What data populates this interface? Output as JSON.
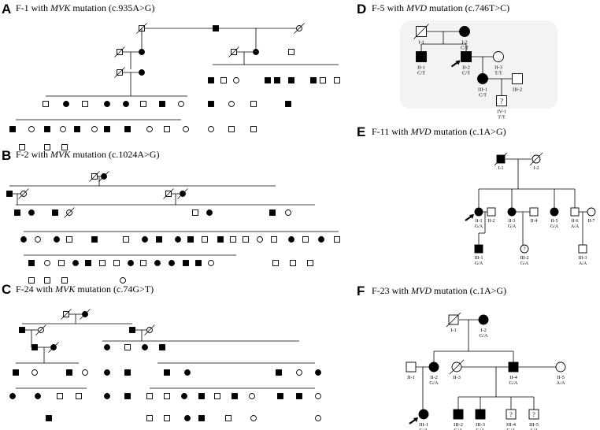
{
  "panels": [
    {
      "letter": "A",
      "pre": "F-1 with ",
      "gene": "MVK",
      "post": " mutation (c.935A>G)"
    },
    {
      "letter": "B",
      "pre": "F-2 with ",
      "gene": "MVK",
      "post": " mutation (c.1024A>G)"
    },
    {
      "letter": "C",
      "pre": "F-24 with ",
      "gene": "MVK",
      "post": " mutation (c.74G>T)"
    },
    {
      "letter": "D",
      "pre": "F-5 with ",
      "gene": "MVD",
      "post": " mutation (c.746T>C)"
    },
    {
      "letter": "E",
      "pre": "F-11 with ",
      "gene": "MVD",
      "post": " mutation (c.1A>G)"
    },
    {
      "letter": "F",
      "pre": "F-23 with ",
      "gene": "MVD",
      "post": " mutation (c.1A>G)"
    }
  ],
  "pedD": {
    "members": [
      {
        "id": "I-1",
        "geno": "",
        "sex": "m",
        "aff": false,
        "dec": true
      },
      {
        "id": "I-2",
        "geno": "C/T",
        "sex": "f",
        "aff": true,
        "dec": false
      },
      {
        "id": "II-1",
        "geno": "C/T",
        "sex": "m",
        "aff": true,
        "dec": false
      },
      {
        "id": "II-2",
        "geno": "C/T",
        "sex": "m",
        "aff": true,
        "dec": false,
        "proband": true
      },
      {
        "id": "II-3",
        "geno": "T/T",
        "sex": "f",
        "aff": false,
        "dec": false
      },
      {
        "id": "III-1",
        "geno": "C/T",
        "sex": "f",
        "aff": true,
        "dec": false
      },
      {
        "id": "III-2",
        "geno": "",
        "sex": "m",
        "aff": false,
        "dec": false
      },
      {
        "id": "IV-1",
        "geno": "T/T",
        "sex": "u",
        "aff": false,
        "dec": false,
        "mark": "?"
      }
    ]
  },
  "pedE": {
    "members": [
      {
        "id": "I-1",
        "geno": "",
        "sex": "m",
        "aff": true,
        "dec": true
      },
      {
        "id": "I-2",
        "geno": "",
        "sex": "f",
        "aff": false,
        "dec": true
      },
      {
        "id": "II-1",
        "geno": "G/A",
        "sex": "f",
        "aff": true,
        "dec": false,
        "proband": true
      },
      {
        "id": "II-2",
        "geno": "",
        "sex": "m",
        "aff": false,
        "dec": false
      },
      {
        "id": "II-3",
        "geno": "G/A",
        "sex": "f",
        "aff": true,
        "dec": false
      },
      {
        "id": "II-4",
        "geno": "",
        "sex": "m",
        "aff": false,
        "dec": false
      },
      {
        "id": "II-5",
        "geno": "G/A",
        "sex": "f",
        "aff": true,
        "dec": false
      },
      {
        "id": "II-6",
        "geno": "A/A",
        "sex": "m",
        "aff": false,
        "dec": false
      },
      {
        "id": "II-7",
        "geno": "",
        "sex": "f",
        "aff": false,
        "dec": false
      },
      {
        "id": "III-1",
        "geno": "G/A",
        "sex": "m",
        "aff": true,
        "dec": false
      },
      {
        "id": "III-2",
        "geno": "G/A",
        "sex": "f",
        "aff": false,
        "dec": false,
        "mark": "?"
      },
      {
        "id": "III-3",
        "geno": "A/A",
        "sex": "m",
        "aff": false,
        "dec": false
      }
    ]
  },
  "pedF": {
    "members": [
      {
        "id": "I-1",
        "geno": "",
        "sex": "m",
        "aff": false,
        "dec": true
      },
      {
        "id": "I-2",
        "geno": "G/A",
        "sex": "f",
        "aff": true,
        "dec": false
      },
      {
        "id": "II-1",
        "geno": "",
        "sex": "m",
        "aff": false,
        "dec": false
      },
      {
        "id": "II-2",
        "geno": "G/A",
        "sex": "f",
        "aff": true,
        "dec": false
      },
      {
        "id": "II-3",
        "geno": "",
        "sex": "f",
        "aff": false,
        "dec": true
      },
      {
        "id": "II-4",
        "geno": "G/A",
        "sex": "m",
        "aff": true,
        "dec": false
      },
      {
        "id": "II-5",
        "geno": "A/A",
        "sex": "f",
        "aff": false,
        "dec": false
      },
      {
        "id": "III-1",
        "geno": "G/A",
        "sex": "f",
        "aff": true,
        "dec": false,
        "proband": true
      },
      {
        "id": "III-2",
        "geno": "G/A",
        "sex": "m",
        "aff": true,
        "dec": false
      },
      {
        "id": "III-3",
        "geno": "G/A",
        "sex": "m",
        "aff": true,
        "dec": false
      },
      {
        "id": "III-4",
        "geno": "G/A",
        "sex": "m",
        "aff": false,
        "dec": false,
        "mark": "?"
      },
      {
        "id": "III-5",
        "geno": "A/A",
        "sex": "m",
        "aff": false,
        "dec": false,
        "mark": "?"
      }
    ]
  }
}
